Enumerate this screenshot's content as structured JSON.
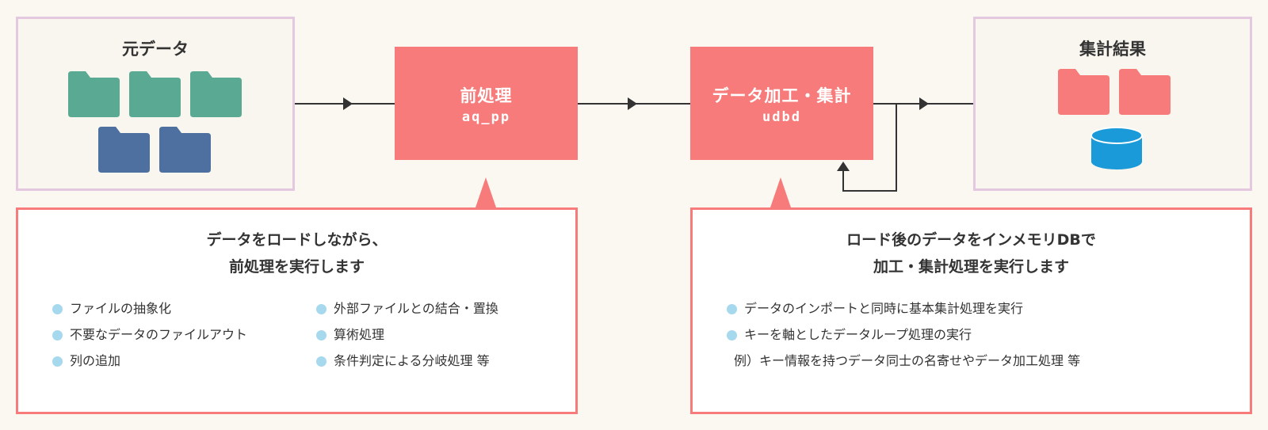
{
  "source": {
    "title": "元データ"
  },
  "result": {
    "title": "集計結果"
  },
  "preprocess": {
    "title": "前処理",
    "code": "aq_pp"
  },
  "aggregate": {
    "title": "データ加工・集計",
    "code": "udbd"
  },
  "left_desc": {
    "heading_line1": "データをロードしながら、",
    "heading_line2": "前処理を実行します",
    "bullets": [
      "ファイルの抽象化",
      "不要なデータのファイルアウト",
      "列の追加",
      "外部ファイルとの結合・置換",
      "算術処理",
      "条件判定による分岐処理 等"
    ]
  },
  "right_desc": {
    "heading_line1": "ロード後のデータをインメモリDBで",
    "heading_line2": "加工・集計処理を実行します",
    "bullets": [
      "データのインポートと同時に基本集計処理を実行",
      "キーを軸としたデータループ処理の実行"
    ],
    "example": "例）キー情報を持つデータ同士の名寄せやデータ加工処理 等"
  },
  "colors": {
    "accent": "#f67b7a",
    "folder_green": "#5aaa93",
    "folder_blue": "#4e70a0",
    "database": "#1a9ad9",
    "bullet_dot": "#a6d8ee",
    "frame": "#e4c8e0"
  },
  "icons": [
    "folder-icon",
    "database-icon",
    "arrow-right-icon",
    "arrow-up-icon"
  ]
}
